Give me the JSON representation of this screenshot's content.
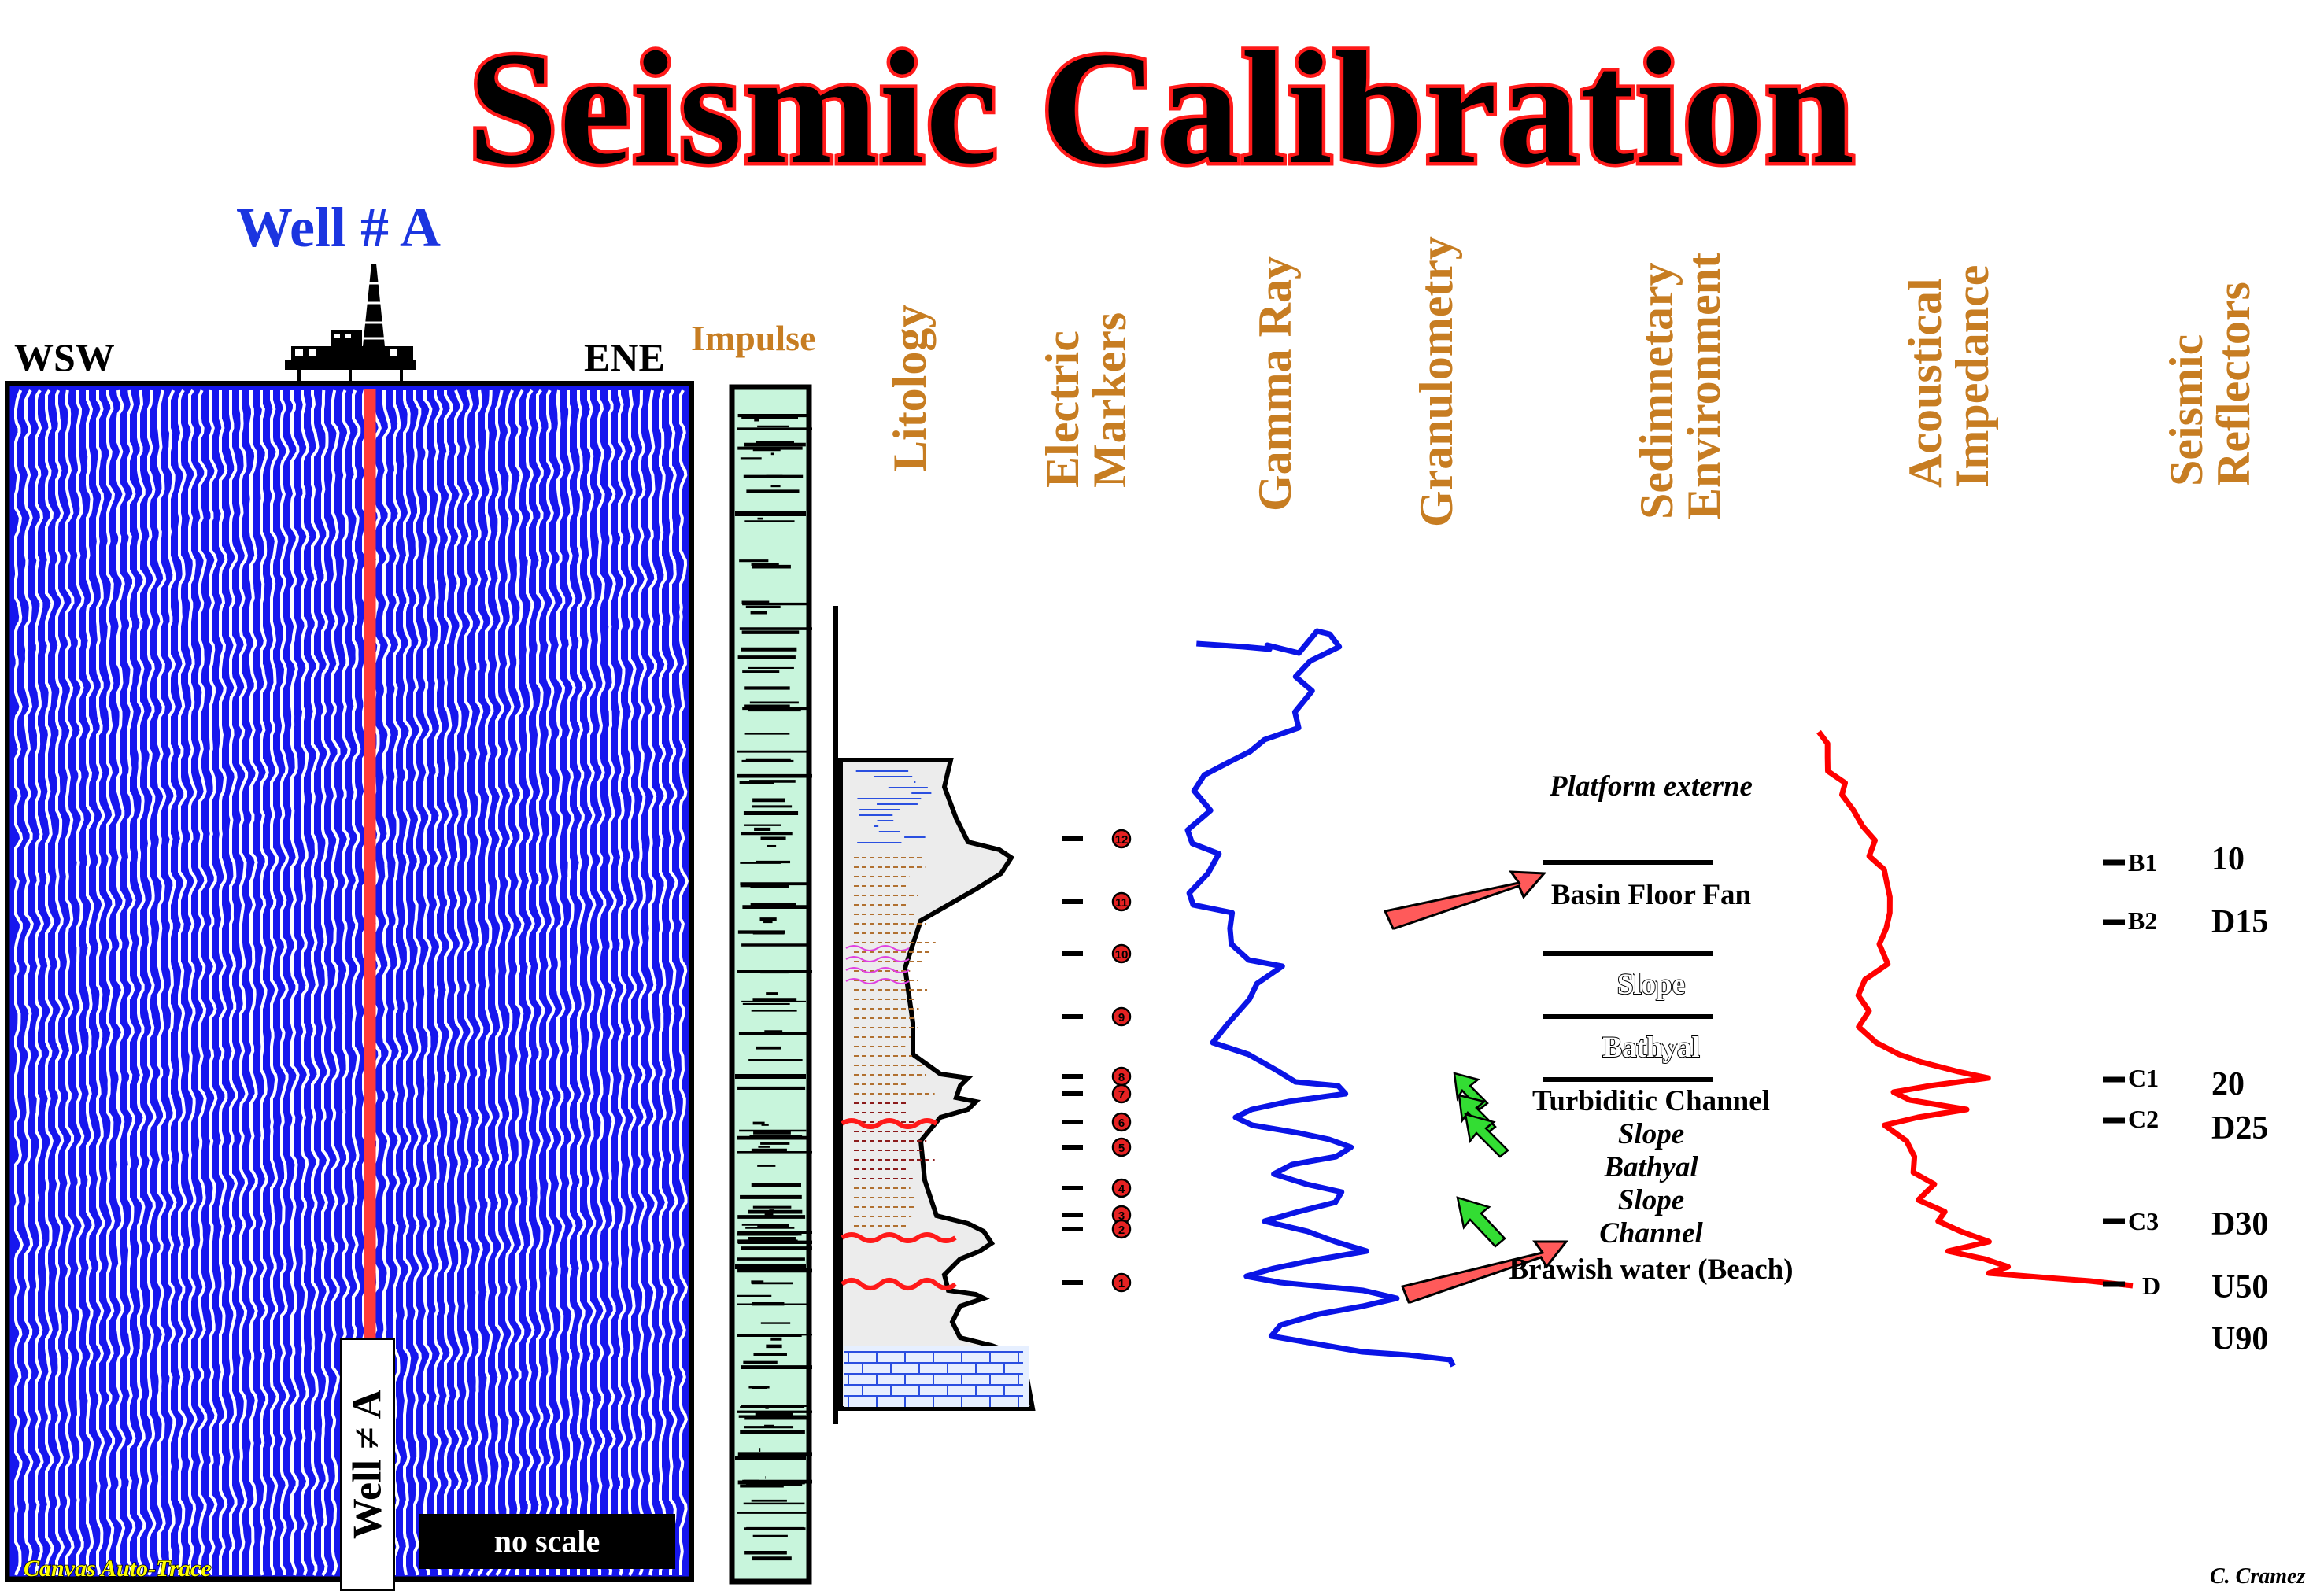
{
  "title": "Seismic Calibration",
  "well": {
    "title": "Well # A",
    "label": "Well ≠ A",
    "direction_left": "WSW",
    "direction_right": "ENE"
  },
  "seismic": {
    "no_scale": "no scale",
    "software": "Canvas Auto-Trace"
  },
  "impulse_label": "Impulse",
  "column_headers": [
    [
      "Litology"
    ],
    [
      "Electric",
      "Markers"
    ],
    [
      "Gamma Ray"
    ],
    [
      "Granulometry"
    ],
    [
      "Sedimnetary",
      "Environment"
    ],
    [
      "Acoustical",
      "Impedance"
    ],
    [
      "Seismic",
      "Reflectors"
    ]
  ],
  "electric_markers": [
    "12",
    "11",
    "10",
    "9",
    "8",
    "7",
    "6",
    "5",
    "4",
    "3",
    "2",
    "1"
  ],
  "environments": [
    "Platform externe",
    "Basin Floor Fan",
    "Slope",
    "Bathyal",
    "Turbiditic Channel",
    "Slope",
    "Bathyal",
    "Slope",
    "Channel",
    "Brawish water (Beach)"
  ],
  "seismic_reflectors": {
    "labels": [
      "B1",
      "B2",
      "C1",
      "C2",
      "C3",
      "D"
    ],
    "values": [
      "10",
      "D15",
      "20",
      "D25",
      "D30",
      "U50",
      "U90"
    ]
  },
  "colors": {
    "title_outline": "#ff1a1a",
    "well_title": "#1b35e0",
    "seismic_blue": "#1616ee",
    "well_line": "#ff3b3b",
    "header_orange": "#c77d22",
    "gamma_ray": "#0a14e6",
    "impedance": "#ff0000",
    "impulse_fill": "#c8f5dc"
  },
  "credit": "C. Cramez"
}
